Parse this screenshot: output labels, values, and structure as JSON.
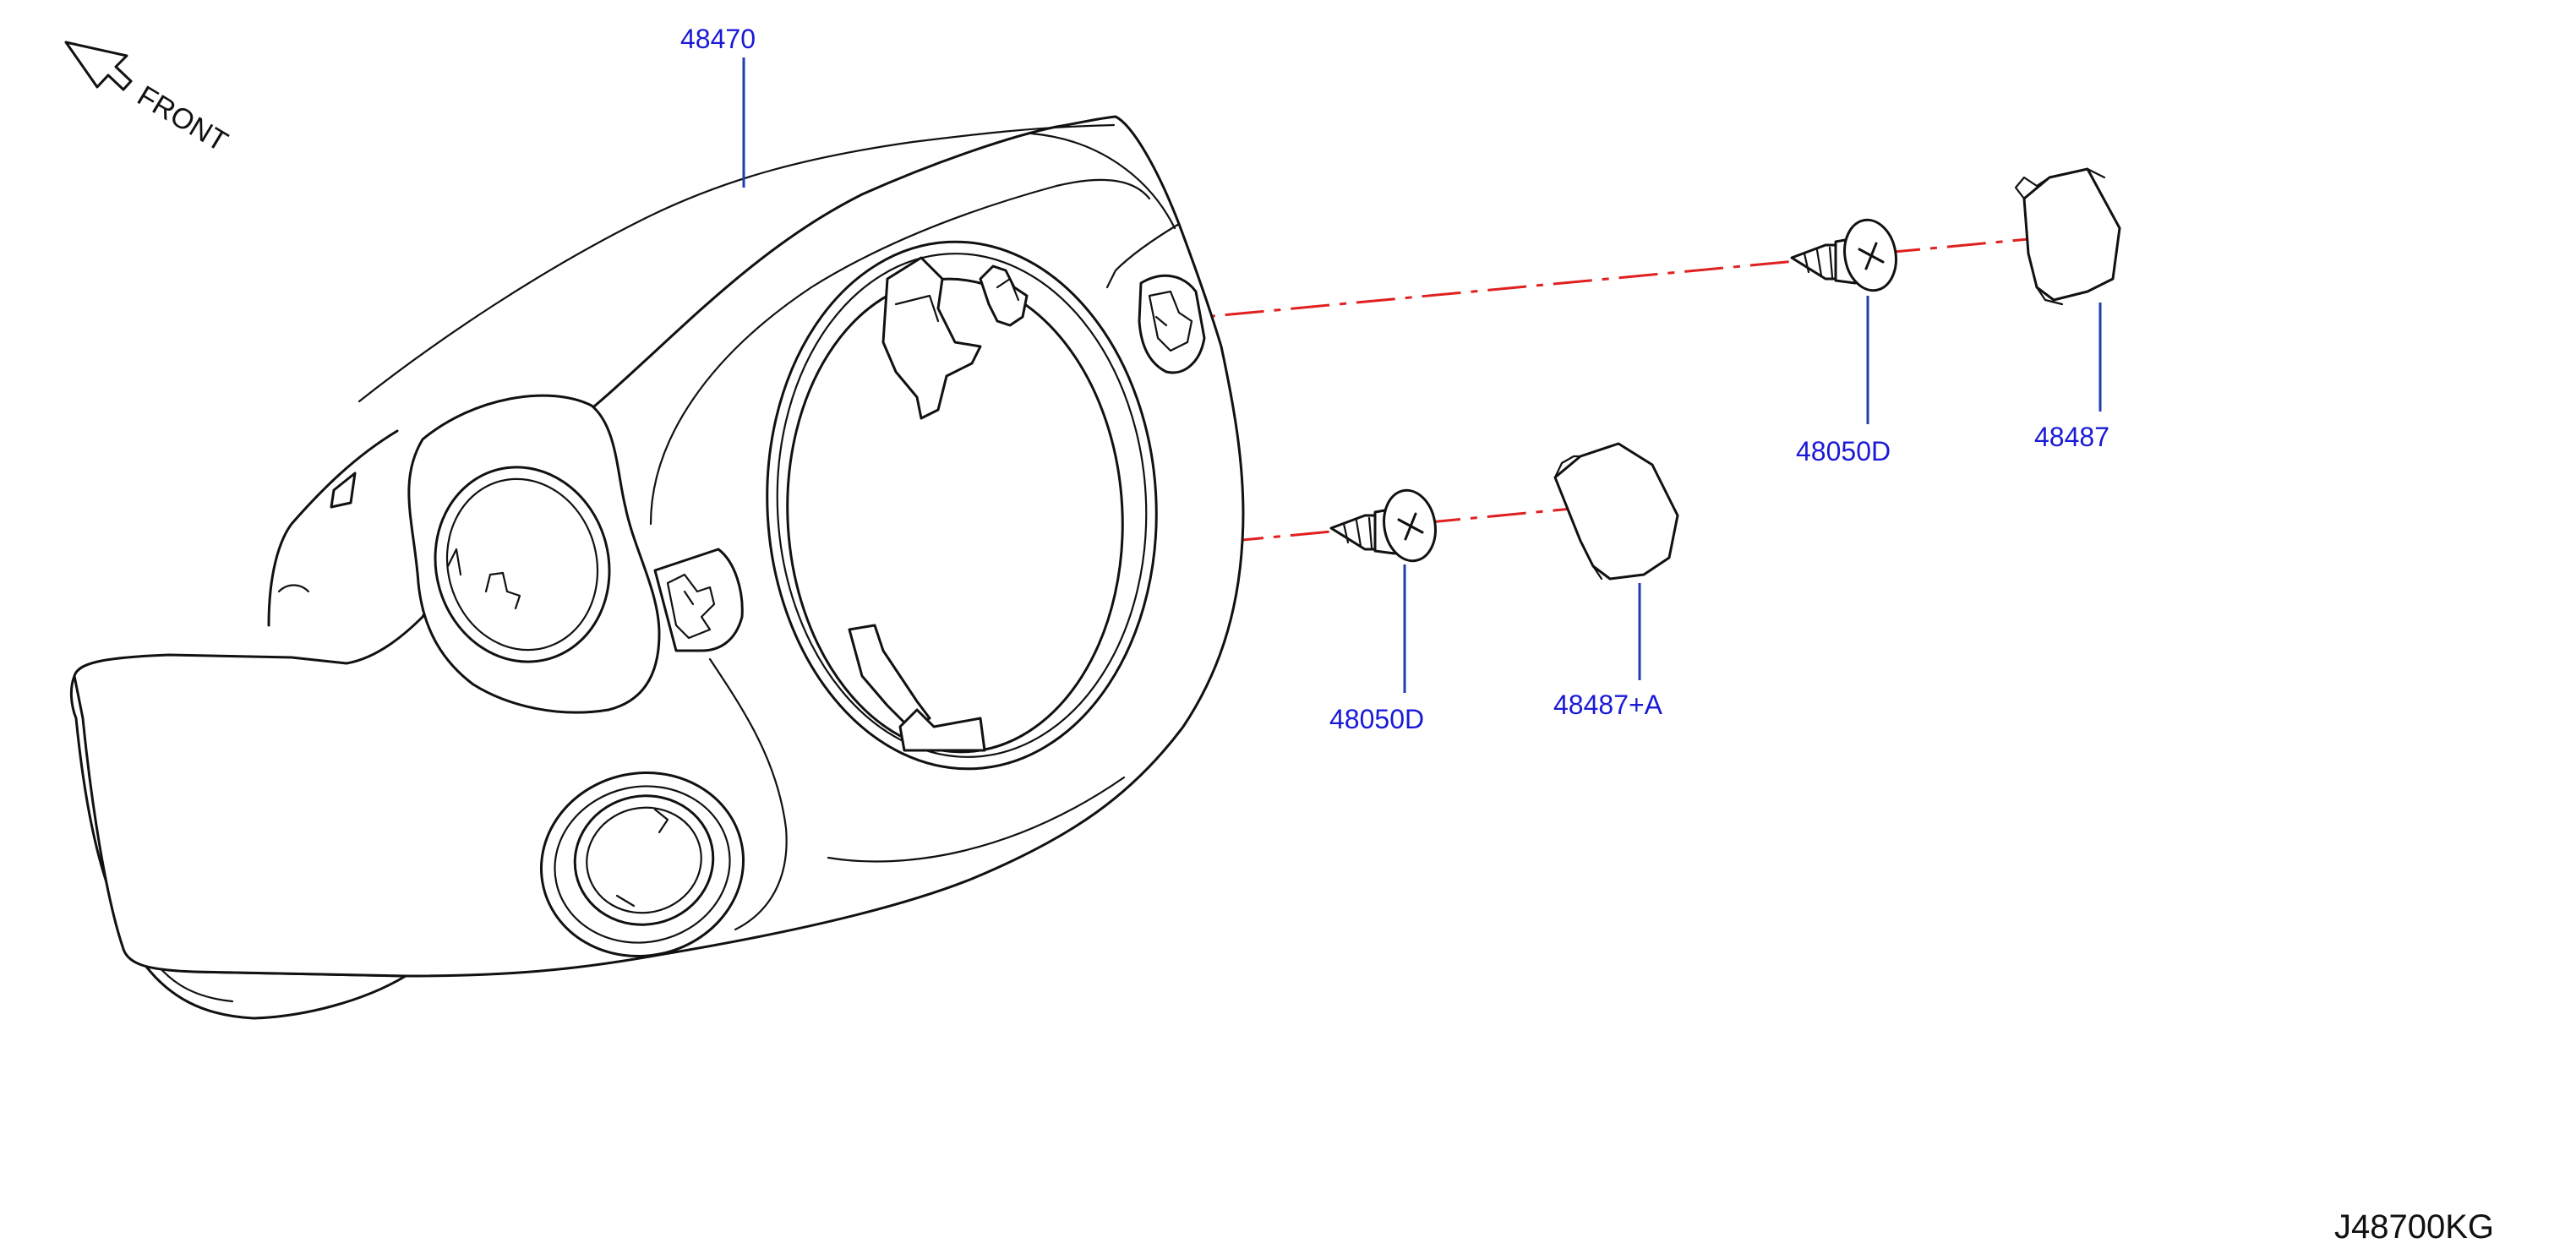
{
  "diagram_id": "J48700KG",
  "orientation": {
    "label": "FRONT",
    "icon": "arrow-up-left-icon"
  },
  "parts": {
    "column_cover": "48470",
    "screw_upper": "48050D",
    "cap_upper": "48487",
    "screw_lower": "48050D",
    "cap_lower": "48487+A"
  },
  "colors": {
    "label_text": "#1a1ad6",
    "leader_line": "#1f3fae",
    "axis_line": "#e02020",
    "outline": "#111111"
  }
}
